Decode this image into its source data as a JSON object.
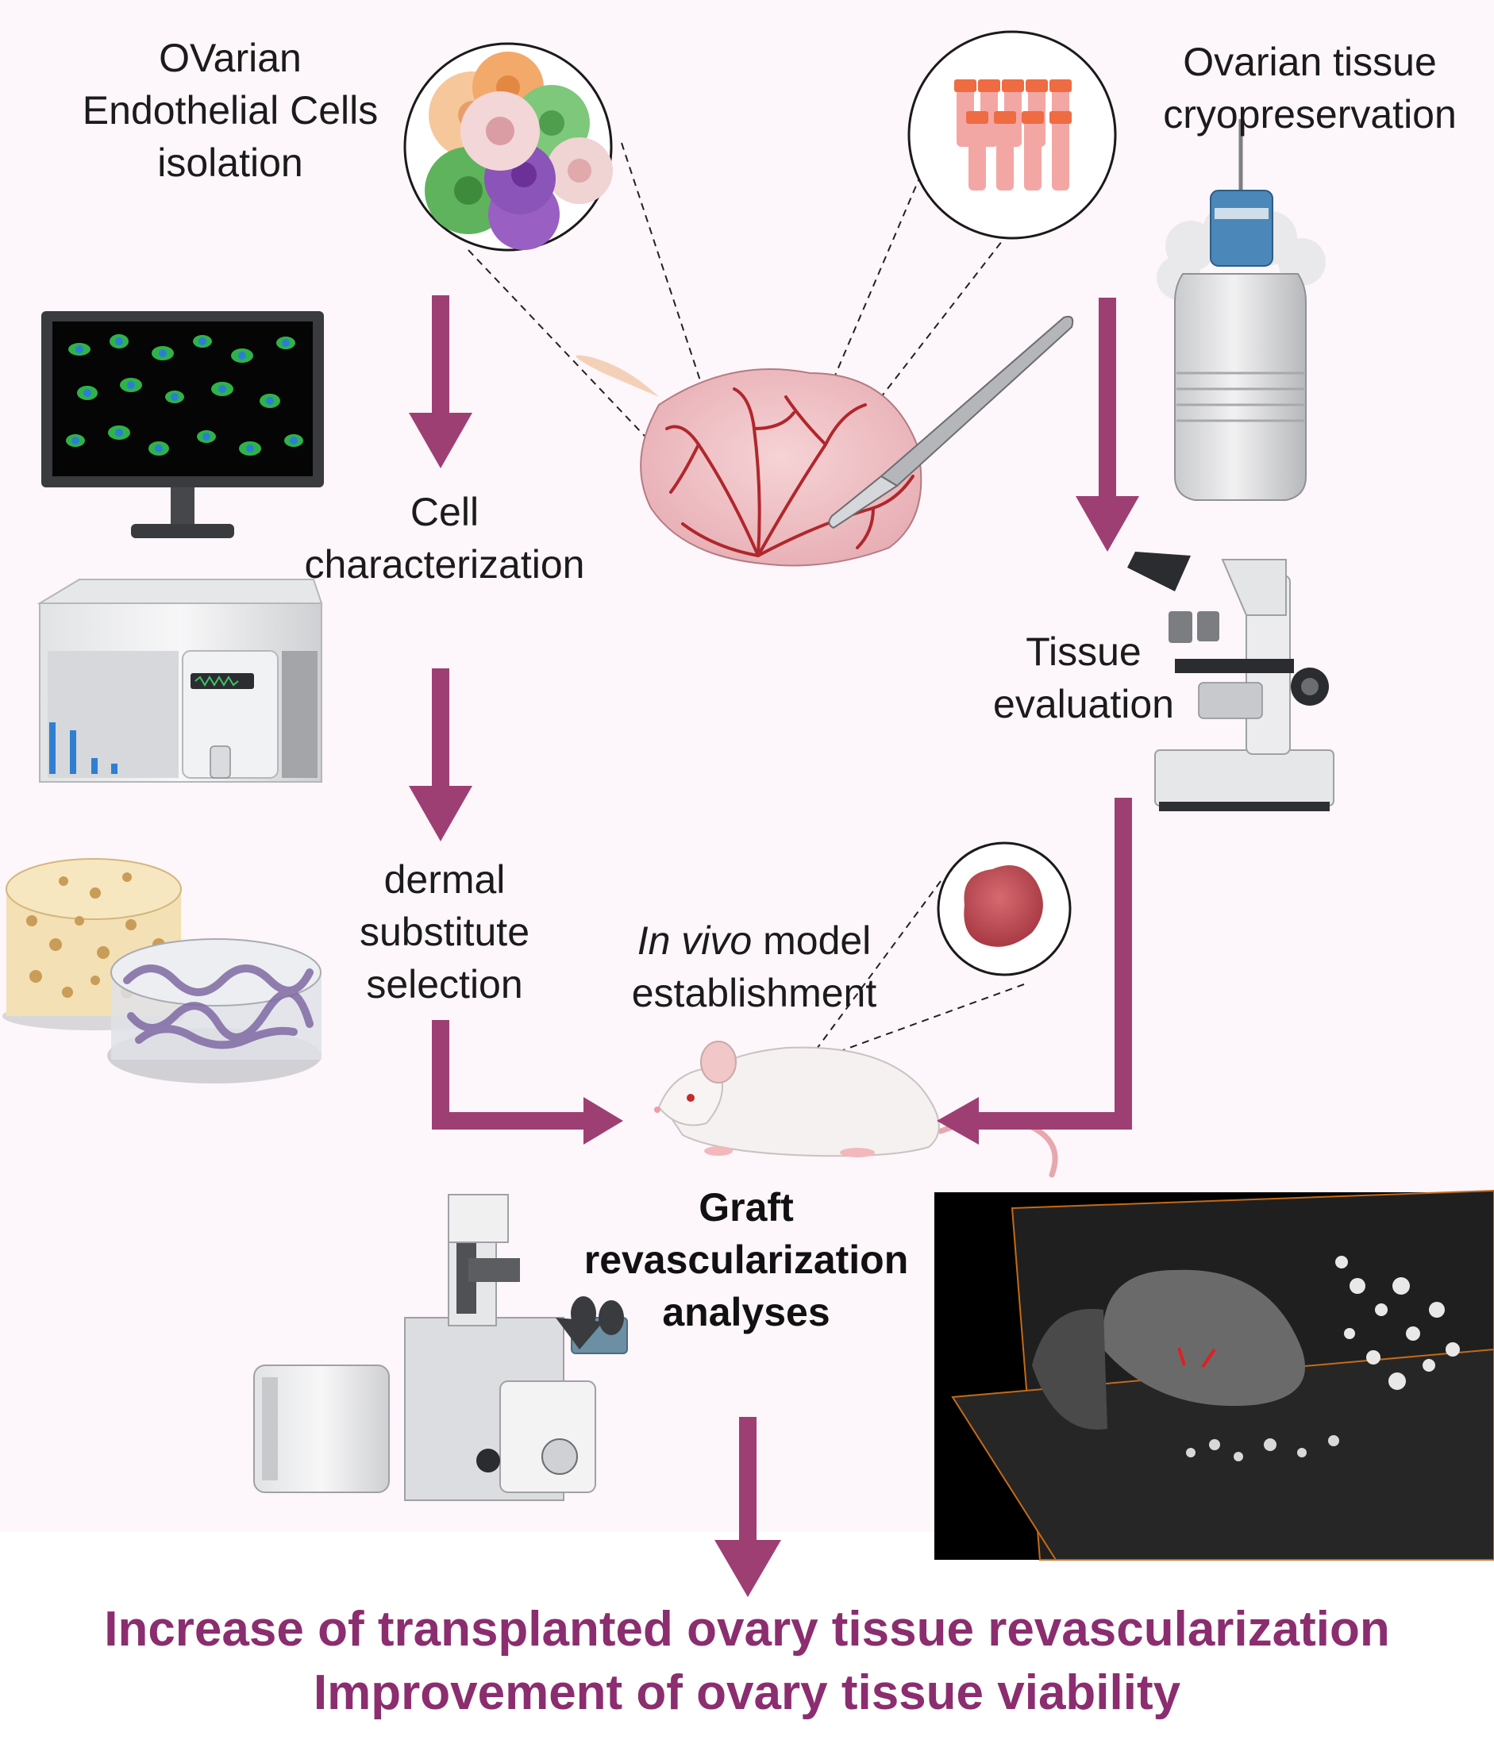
{
  "labels": {
    "ovec_isolation": [
      "OVarian",
      "Endothelial Cells",
      "isolation"
    ],
    "cryopreservation": [
      "Ovarian tissue",
      "cryopreservation"
    ],
    "cell_characterization": [
      "Cell",
      "characterization"
    ],
    "tissue_evaluation": [
      "Tissue",
      "evaluation"
    ],
    "dermal_substitute": [
      "dermal",
      "substitute",
      "selection"
    ],
    "in_vivo": {
      "italic": "In vivo",
      "rest": " model",
      "line2": "establishment"
    },
    "graft_analyses": [
      "Graft",
      "revascularization",
      "analyses"
    ]
  },
  "outcomes": [
    "Increase of transplanted ovary  tissue revascularization",
    "Improvement of ovary tissue viability"
  ],
  "colors": {
    "arrow": "#9e3f74",
    "outcome_text": "#8b2d6f",
    "panel_bg": "#fdf6fa"
  },
  "icons": [
    "cell-cluster-icon",
    "cryovials-icon",
    "ovary-icon",
    "scalpel-icon",
    "cryo-dewar-icon",
    "fluorescence-monitor-icon",
    "flow-cytometer-icon",
    "brightfield-microscope-icon",
    "scaffold-sponge-icon",
    "scaffold-hydrogel-icon",
    "tissue-graft-icon",
    "mouse-icon",
    "confocal-microscope-icon",
    "ct-scan-image"
  ]
}
